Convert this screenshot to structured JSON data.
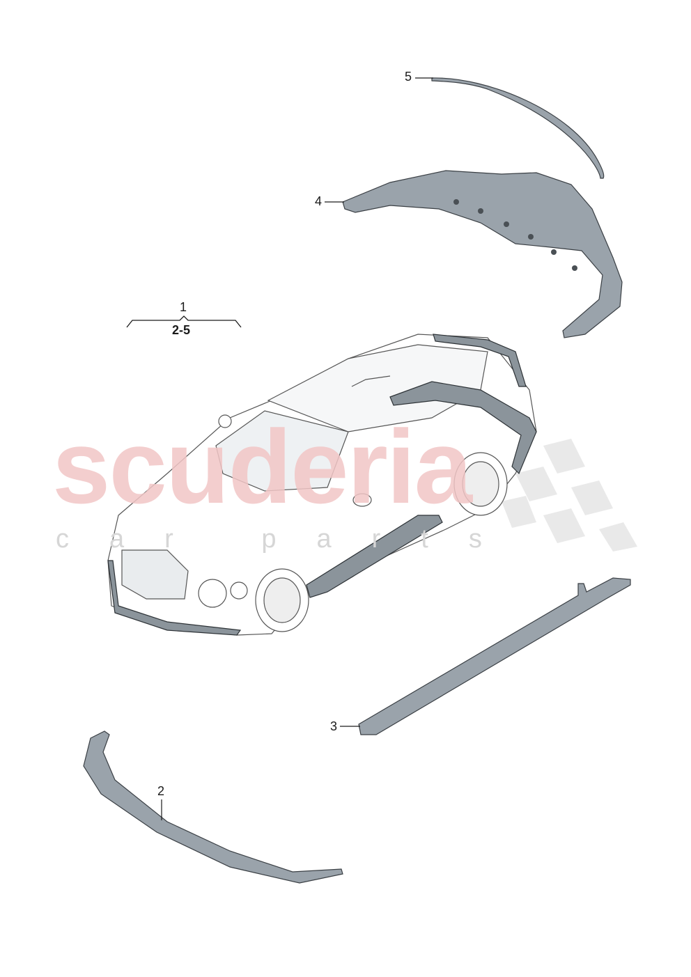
{
  "watermark": {
    "brand": "scuderia",
    "sub": "car parts"
  },
  "callouts": {
    "assembly": "1",
    "assembly_range": "2-5",
    "front_spoiler": "2",
    "side_sill": "3",
    "rear_diffuser": "4",
    "rear_spoiler_lip": "5"
  },
  "colors": {
    "part_fill": "#9aa3ab",
    "part_edge": "#3a3f44",
    "line": "#1a1a1a",
    "watermark_red": "#f2c6c6"
  }
}
